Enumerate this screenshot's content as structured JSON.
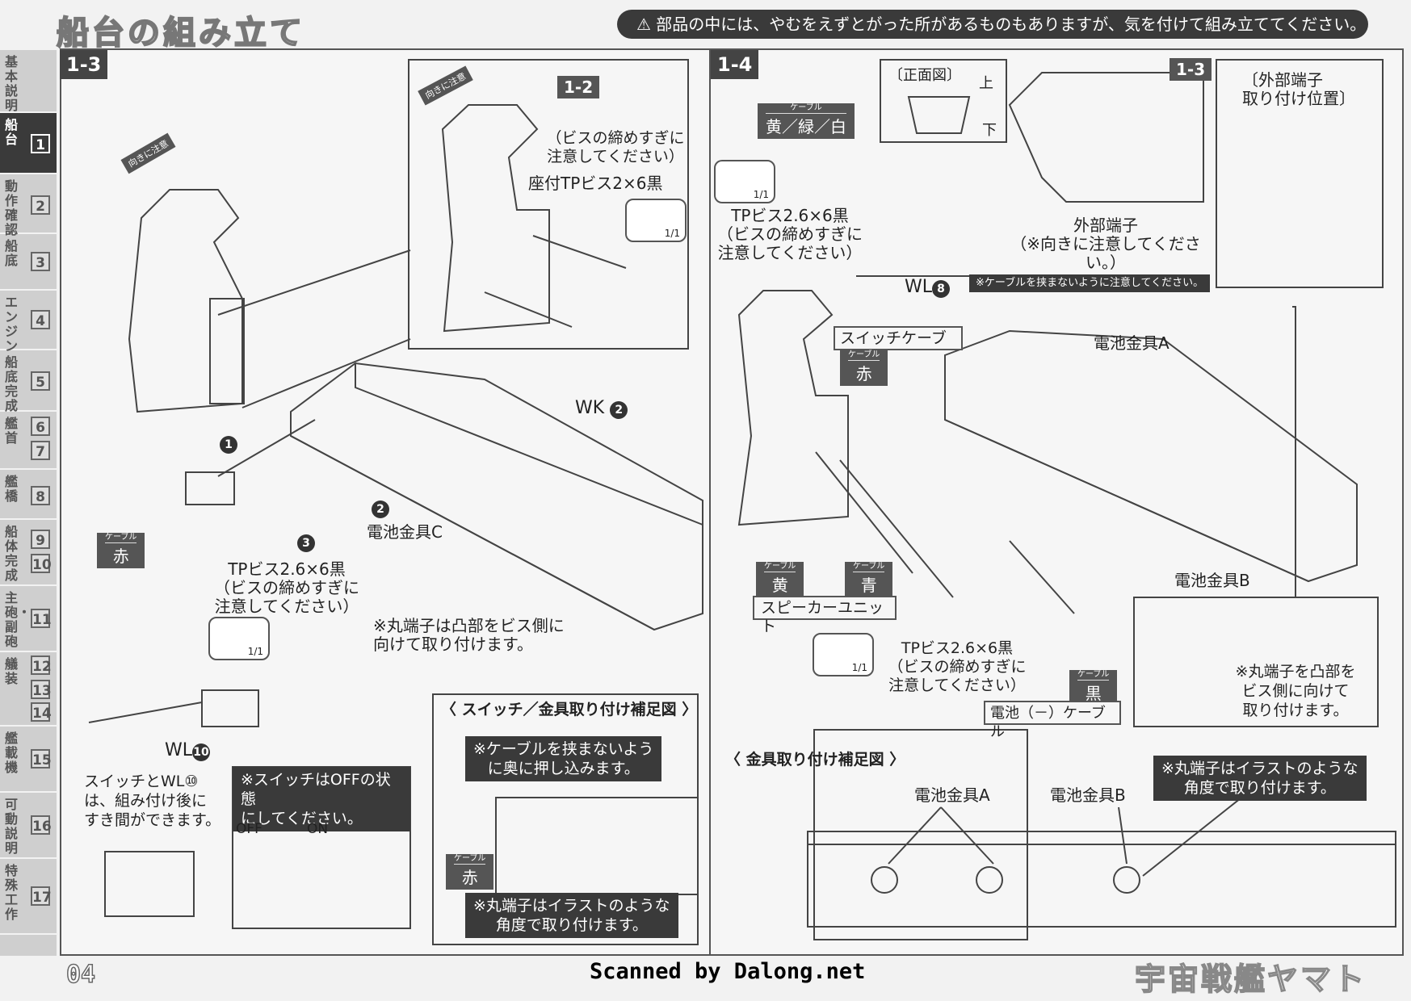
{
  "header": {
    "title": "船台の組み立て",
    "warning": "⚠ 部品の中には、やむをえずとがった所があるものもありますが、気を付けて組み立ててください。"
  },
  "sidebar": {
    "items": [
      {
        "label": "基本説明",
        "num": ""
      },
      {
        "label": "船台",
        "num": "1"
      },
      {
        "label": "動作確認",
        "num": "2"
      },
      {
        "label": "船底",
        "num": "3"
      },
      {
        "label": "エンジン",
        "num": "4"
      },
      {
        "label": "船底完成",
        "num": "5"
      },
      {
        "label": "艦首",
        "num": "6",
        "num2": "7"
      },
      {
        "label": "艦橋",
        "num": "8"
      },
      {
        "label": "船体完成",
        "num": "9",
        "num2": "10"
      },
      {
        "label": "主砲・副砲",
        "num": "11"
      },
      {
        "label": "艤装",
        "num": "12",
        "num2": "13",
        "num3": "14"
      },
      {
        "label": "艦載機",
        "num": "15"
      },
      {
        "label": "可動説明",
        "num": "16"
      },
      {
        "label": "特殊工作",
        "num": "17"
      }
    ]
  },
  "left": {
    "step": "1-3",
    "inset_step": "1-2",
    "careful_stamp": "向きに注意",
    "inset_caution": "（ビスの締めすぎに\n注意してください）",
    "inset_screw": "座付TPビス2×6黒",
    "fraction": "1/1",
    "wk": "WK",
    "wk_num": "2",
    "step1": "1",
    "step2": "2",
    "step3": "3",
    "cable_small": "ケーブル",
    "cable_red": "赤",
    "battery_c": "電池金具C",
    "screw_text": "TPビス2.6×6黒\n（ビスの締めすぎに\n注意してください）",
    "round_terminal_note": "※丸端子は凸部をビス側に\n向けて取り付けます。",
    "wl": "WL",
    "wl_num": "10",
    "gap_note": "スイッチとWL⑩\nは、組み付け後に\nすき間ができます。",
    "switch_note": "※スイッチはOFFの状態\nにしてください。",
    "off": "OFF",
    "on": "ON",
    "supplement_title": "〈 スイッチ／金具取り付け補足図 〉",
    "push_note": "※ケーブルを挟まないよう\nに奥に押し込みます。",
    "angle_note": "※丸端子はイラストのような\n角度で取り付けます。"
  },
  "right": {
    "step": "1-4",
    "ref_step": "1-3",
    "front_view": "〔正面図〕",
    "up": "上",
    "down": "下",
    "cable_colors": "黄／緑／白",
    "cable_small": "ケーブル",
    "external_pos": "〔外部端子\n取り付け位置〕",
    "screw_text": "TPビス2.6×6黒\n（ビスの締めすぎに\n注意してください）",
    "external_terminal": "外部端子\n（※向きに注意してください。）",
    "wl": "WL",
    "wl_num": "8",
    "cable_warning": "※ケーブルを挟まないように注意してください。",
    "switch_cable": "スイッチケーブル",
    "red": "赤",
    "battery_a": "電池金具A",
    "battery_b": "電池金具B",
    "yellow": "黄",
    "blue": "青",
    "speaker_unit": "スピーカーユニット",
    "screw_text2": "TPビス2.6×6黒\n（ビスの締めすぎに\n注意してください）",
    "black": "黒",
    "battery_neg_cable": "電池（－）ケーブル",
    "round_terminal_note": "※丸端子を凸部を\nビス側に向けて\n取り付けます。",
    "supplement_title": "〈 金具取り付け補足図 〉",
    "angle_note": "※丸端子はイラストのような\n角度で取り付けます。",
    "fraction": "1/1"
  },
  "footer": {
    "page": "04",
    "credit": "Scanned by Dalong.net",
    "title": "宇宙戦艦ヤマト"
  }
}
